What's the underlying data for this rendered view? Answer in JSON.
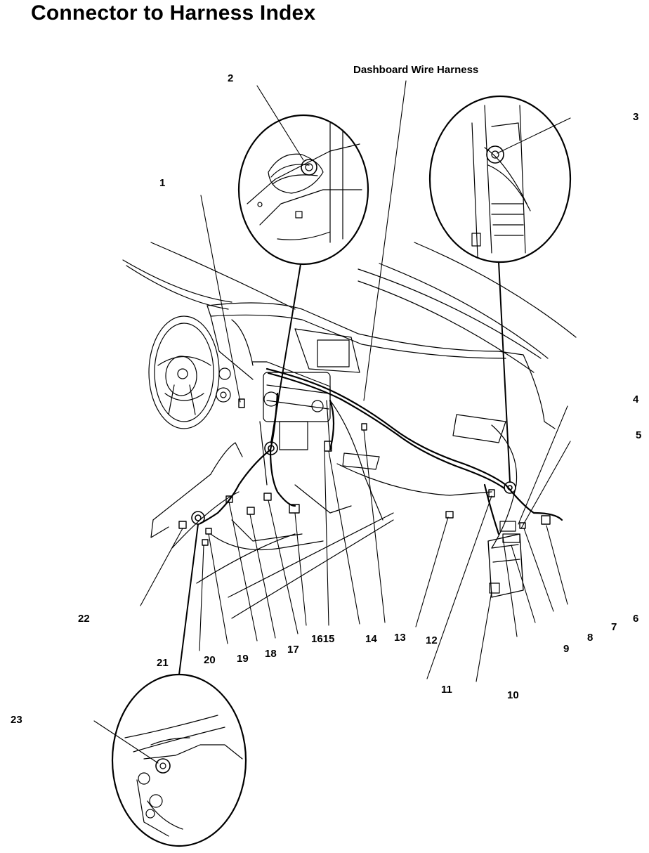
{
  "title": "Connector to Harness Index",
  "harness_label": "Dashboard Wire Harness",
  "callouts": {
    "c1": "1",
    "c2": "2",
    "c3": "3",
    "c4": "4",
    "c5": "5",
    "c6": "6",
    "c7": "7",
    "c8": "8",
    "c9": "9",
    "c10": "10",
    "c11": "11",
    "c12": "12",
    "c13": "13",
    "c14": "14",
    "c15": "1615",
    "c17": "17",
    "c18": "18",
    "c19": "19",
    "c20": "20",
    "c21": "21",
    "c22": "22",
    "c23": "23"
  },
  "colors": {
    "line": "#000000",
    "background": "#ffffff"
  }
}
